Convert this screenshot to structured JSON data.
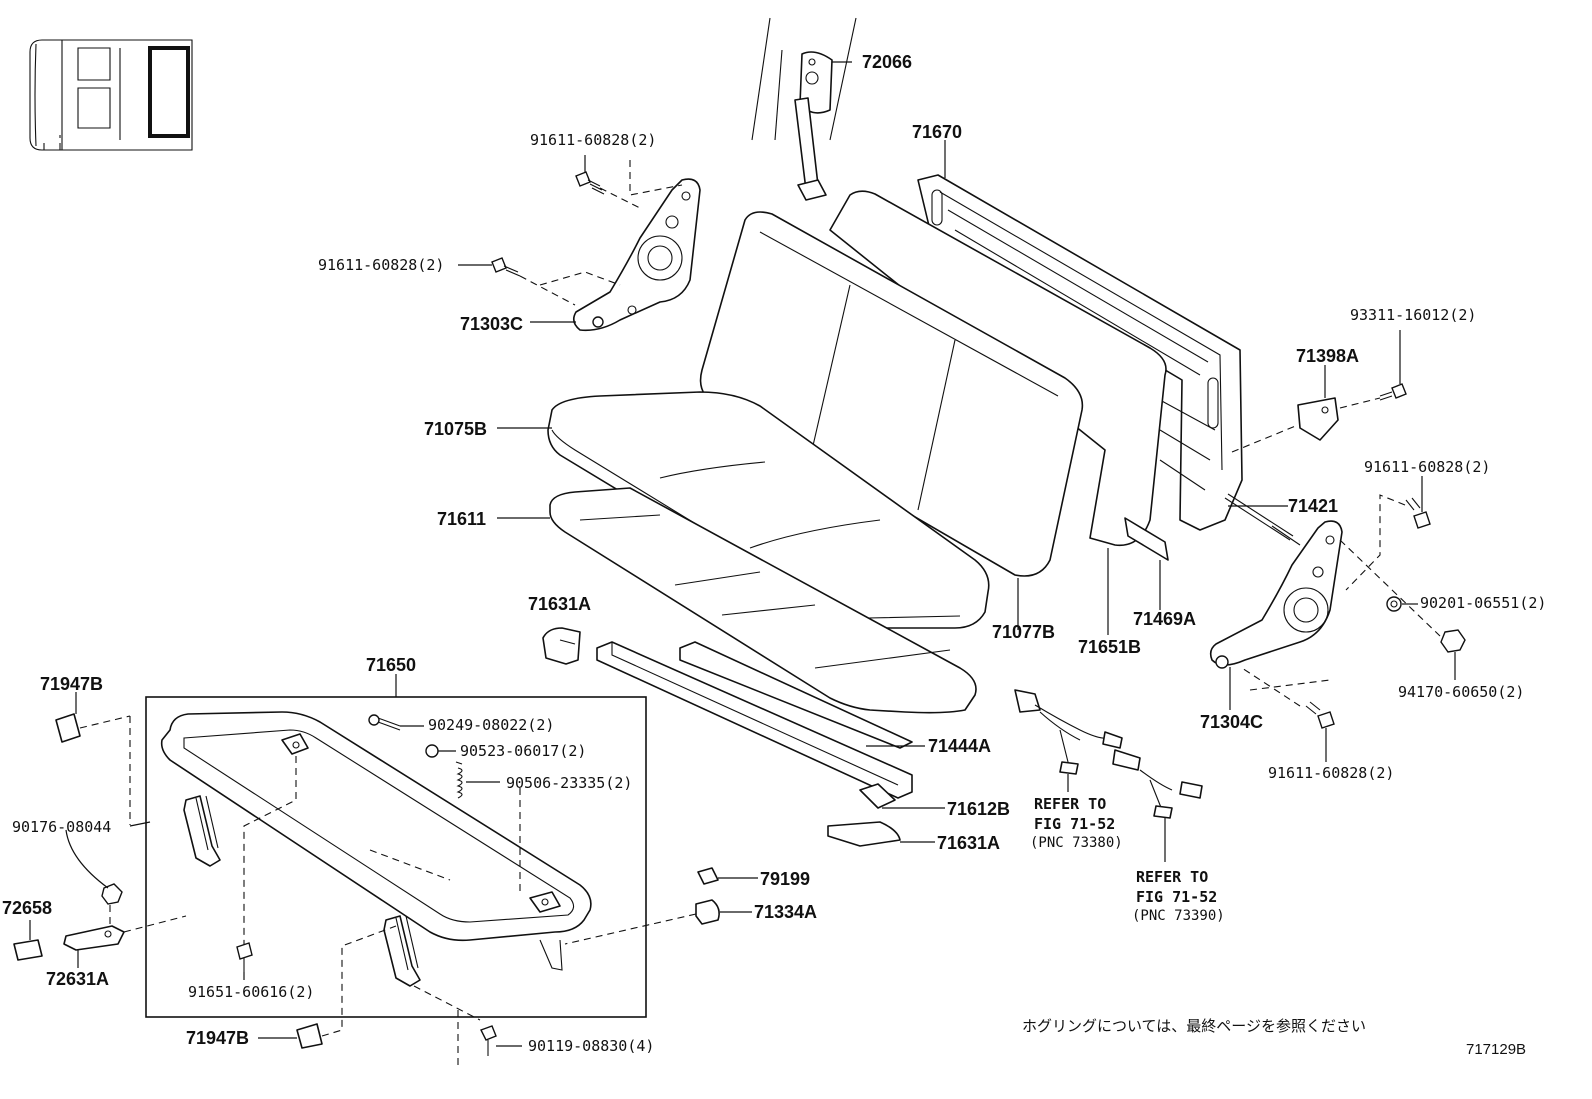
{
  "labels": {
    "l72066": "72066",
    "l71670": "71670",
    "l91611_top": "91611-60828(2)",
    "l91611_left": "91611-60828(2)",
    "l71303C": "71303C",
    "l71075B": "71075B",
    "l71611": "71611",
    "l71631A_top": "71631A",
    "l71650": "71650",
    "l71947B_top": "71947B",
    "l90249": "90249-08022(2)",
    "l90523": "90523-06017(2)",
    "l90506": "90506-23335(2)",
    "l90176": "90176-08044",
    "l72658": "72658",
    "l72631A": "72631A",
    "l91651": "91651-60616(2)",
    "l71947B_bot": "71947B",
    "l90119": "90119-08830(4)",
    "l79199": "79199",
    "l71334A": "71334A",
    "l71444A": "71444A",
    "l71612B": "71612B",
    "l71631A_bot": "71631A",
    "l71077B": "71077B",
    "l71651B": "71651B",
    "l71469A": "71469A",
    "l71421": "71421",
    "l71398A": "71398A",
    "l93311": "93311-16012(2)",
    "l91611_right": "91611-60828(2)",
    "l90201": "90201-06551(2)",
    "l94170": "94170-60650(2)",
    "l71304C": "71304C",
    "l91611_bot": "91611-60828(2)"
  },
  "refs": {
    "ref1": {
      "line1": "REFER TO",
      "line2": "FIG 71-52",
      "line3": "(PNC 73380)"
    },
    "ref2": {
      "line1": "REFER TO",
      "line2": "FIG 71-52",
      "line3": "(PNC 73390)"
    }
  },
  "footer": {
    "note": "ホグリングについては、最終ページを参照ください",
    "diagram_id": "717129B"
  },
  "icons": [
    "vehicle-locator-icon"
  ]
}
